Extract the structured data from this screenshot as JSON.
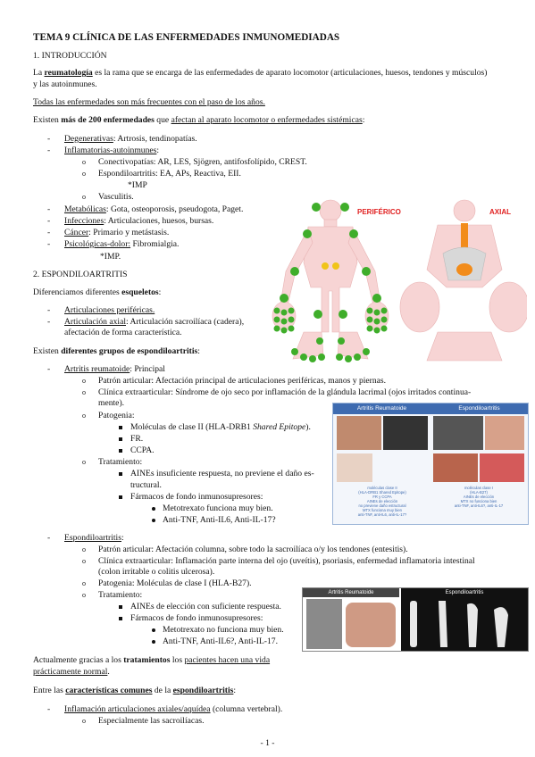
{
  "title": "TEMA 9 CLÍNICA DE LAS ENFERMEDADES INMUNOMEDIADAS",
  "s1": "1. INTRODUCCIÓN",
  "intro": {
    "a": "La ",
    "b": "reumatología",
    "c": " es la rama que se encarga de las enfermedades de aparato locomotor (articulaciones, huesos, tendones y músculos)",
    "d": "y las autoinmunes."
  },
  "p2": "Todas las enfermedades son más frecuentes con el paso de los años.",
  "p3": {
    "a": "Existen ",
    "b": "más de 200 enfermedades",
    "c": " que ",
    "d": "afectan al aparato locomotor o enfermedades sistémicas",
    "e": ":"
  },
  "list1": {
    "deg_k": "Degenerativas",
    "deg_v": ": Artrosis, tendinopatías.",
    "inf_k": "Inflamatorias-autoinmunes",
    "con": "Conectivopatías: AR, LES, Sjögren, antifosfolípido, CREST.",
    "esp": "Espondiloartritis: EA, APs, Reactiva, EII.",
    "imp1": "*IMP",
    "vas": "Vasculitis.",
    "met_k": "Metabólicas",
    "met_v": ": Gota, osteoporosis, pseudogota, Paget.",
    "infe_k": "Infecciones",
    "infe_v": ": Articulaciones, huesos, bursas.",
    "can_k": "Cáncer",
    "can_v": ": Primario y metástasis.",
    "psi_k": "Psicológicas-dolor:",
    "psi_v": " Fibromialgia.",
    "imp2": "*IMP."
  },
  "s2": "2. ESPONDILOARTRITIS",
  "p4": {
    "a": "Diferenciamos diferentes ",
    "b": "esqueletos",
    "c": ":"
  },
  "list2": {
    "per": "Articulaciones periféricas.",
    "axi_k": "Articulación axial",
    "axi_v": ": Articulación sacroilíaca (cadera),",
    "axi_v2": "afectación de forma característica."
  },
  "p5": {
    "a": "Existen ",
    "b": "diferentes grupos de espondiloartritis",
    "c": ":"
  },
  "ar": {
    "k": "Artritis reumatoide",
    "v": ": Principal",
    "patron": "Patrón articular: Afectación principal de articulaciones periféricas, manos y piernas.",
    "clin1": "Clínica extraarticular: Síndrome de ojo seco por inflamación de la glándula lacrimal (ojos irritados continua-",
    "clin2": "mente).",
    "pato": "Patogenia:",
    "mol_a": "Moléculas de clase II (HLA-DRB1 ",
    "mol_b": "Shared Epitope",
    "mol_c": ").",
    "fr": "FR.",
    "ccpa": "CCPA.",
    "trat": "Tratamiento:",
    "aine1": "AINEs insuficiente respuesta, no previene el daño es-",
    "aine2": "tructural.",
    "farm": "Fármacos de fondo inmunosupresores:",
    "mtx": "Metotrexato funciona muy bien.",
    "anti": "Anti-TNF, Anti-IL6, Anti-IL-17?"
  },
  "ea": {
    "k": "Espondiloartritis",
    "v": ":",
    "patron": "Patrón articular: Afectación columna, sobre todo la sacroilíaca o/y los tendones (entesitis).",
    "clin1": "Clínica extraarticular: Inflamación parte interna del ojo (uveítis), psoriasis, enfermedad inflamatoria intestinal",
    "clin2": "(colon irritable o colitis ulcerosa).",
    "pato": "Patogenia: Moléculas de clase I (HLA-B27).",
    "trat": "Tratamiento:",
    "aine": "AINEs de elección con suficiente respuesta.",
    "farm": "Fármacos de fondo inmunosupresores:",
    "mtx": "Metotrexato no funciona muy bien.",
    "anti": "Anti-TNF, Anti-IL6?, Anti-IL-17."
  },
  "p6": {
    "a": "Actualmente gracias a los ",
    "b": "tratamientos",
    "c": " los ",
    "d": "pacientes hacen una vida",
    "e": "prácticamente normal",
    "f": "."
  },
  "p7": {
    "a": "Entre las ",
    "b": "características comunes",
    "c": " de la ",
    "d": "espondiloartritis",
    "e": ":"
  },
  "list3": {
    "k": "Inflamación articulaciones axiales/aquídea",
    "v": " (columna vertebral).",
    "sub": "Especialmente las sacroilíacas."
  },
  "fig1": {
    "label_left": "PERIFÉRICO",
    "label_right": "AXIAL"
  },
  "fig2": {
    "h_left": "Artritis Reumatoide",
    "h_right": "Espondiloartritis",
    "cap_l1": "moléculas clase II",
    "cap_l2": "(HLA-DRB1 Shared Epitope)",
    "cap_l3": "FR y CCPA",
    "cap_r1": "moléculas clase I",
    "cap_r2": "(HLA-B27)",
    "cap_l4": "AINEs de elección",
    "cap_l5": "no previene daño estructural",
    "cap_r4": "AINEs de elección",
    "cap_l6": "MTX funciona muy bien",
    "cap_l7": "anti-TNF, anti-IL6, anti-IL-17?",
    "cap_r6": "MTX no funciona bien",
    "cap_r7": "anti-TNF, anti-IL6?, anti-IL-17"
  },
  "fig3": {
    "h_left": "Artritis Reumatoide",
    "h_right": "Espondiloartritis"
  },
  "page_num": "- 1 -",
  "colors": {
    "joint_green": "#3fae2a",
    "joint_yellow": "#f0c419",
    "axial_orange": "#f28c1b",
    "label_red": "#e02020"
  }
}
